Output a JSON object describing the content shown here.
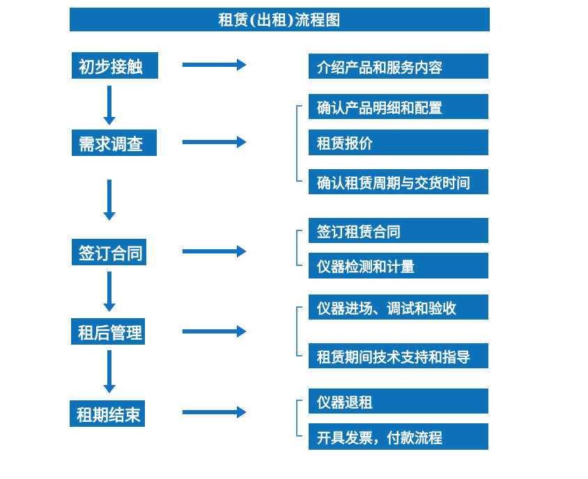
{
  "title": "租赁(出租)流程图",
  "colors": {
    "primary": "#0d72b8",
    "arrow": "#1173c4",
    "bracket": "#4a8fc7"
  },
  "steps": [
    {
      "label": "初步接触",
      "details": [
        "介绍产品和服务内容"
      ]
    },
    {
      "label": "需求调查",
      "details": [
        "确认产品明细和配置",
        "租赁报价",
        "确认租赁周期与交货时间"
      ]
    },
    {
      "label": "签订合同",
      "details": [
        "签订租赁合同",
        "仪器检测和计量"
      ]
    },
    {
      "label": "租后管理",
      "details": [
        "仪器进场、调试和验收",
        "租赁期间技术支持和指导"
      ]
    },
    {
      "label": "租期结束",
      "details": [
        "仪器退租",
        "开具发票，付款流程"
      ]
    }
  ]
}
